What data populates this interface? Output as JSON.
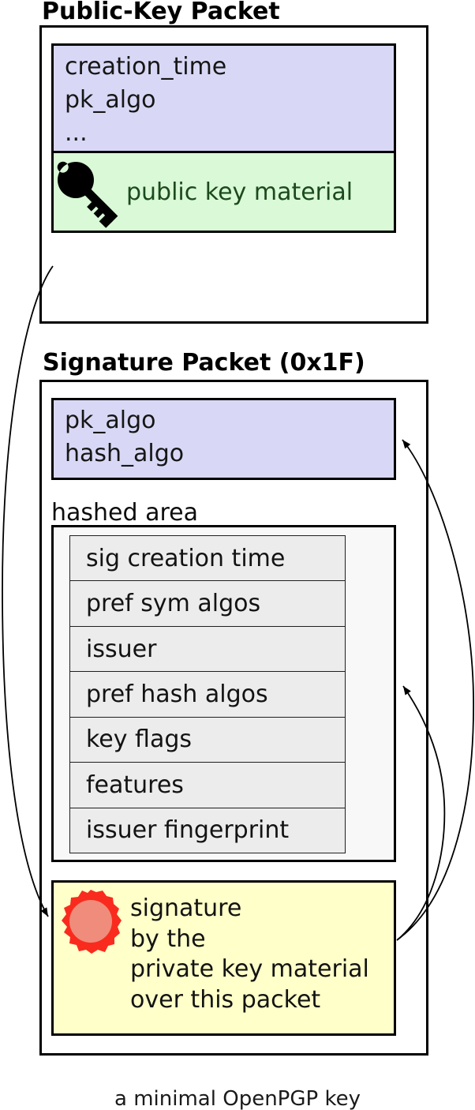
{
  "packet1": {
    "title": "Public-Key Packet",
    "fields": [
      "creation_time",
      "pk_algo",
      "..."
    ],
    "material_label": "public key material"
  },
  "packet2": {
    "title": "Signature Packet (0x1F)",
    "fields": [
      "pk_algo",
      "hash_algo"
    ],
    "hashed_area": {
      "label": "hashed area",
      "subpackets": [
        "sig creation time",
        "pref sym algos",
        "issuer",
        "pref hash algos",
        "key flags",
        "features",
        "issuer fingerprint"
      ]
    },
    "signature_box": {
      "lines": [
        "signature",
        "by the",
        "private key material",
        "over this packet"
      ]
    }
  },
  "caption": "a minimal OpenPGP key",
  "icons": [
    "key-icon",
    "seal-icon",
    "arrow-icon"
  ],
  "colors": {
    "fields_fill": "#d8d8f6",
    "key_material_fill": "#d9f9d7",
    "key_material_text": "#1c4a1c",
    "hashed_area_fill": "#f8f8f8",
    "subpacket_fill": "#ececec",
    "signature_fill": "#ffffc9",
    "seal_outer": "#f92b1e",
    "seal_inner": "#ef8c7b",
    "border": "#000000"
  }
}
